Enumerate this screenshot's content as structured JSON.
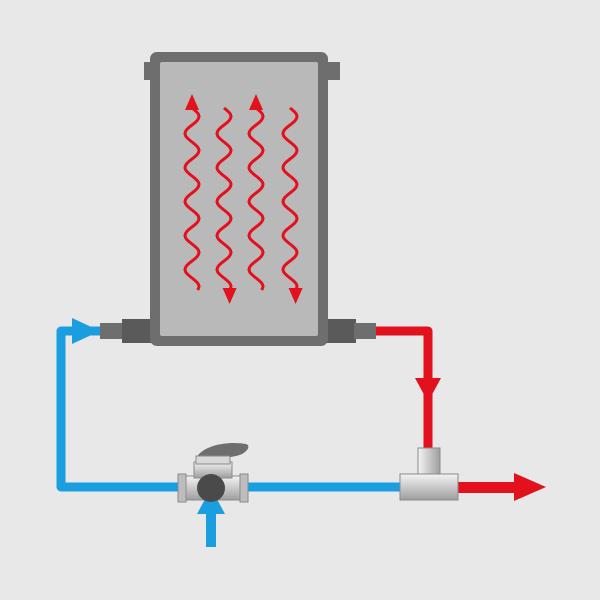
{
  "colors": {
    "background": "#e8e8e8",
    "radiator_frame": "#6e6e6e",
    "radiator_panel": "#b9b9b9",
    "cold_water": "#1a9ee0",
    "hot_water": "#e3101e",
    "fitting": "#cfcfcf",
    "valve_body": "#555555"
  },
  "icons": {
    "radiator": "radiator-icon",
    "valve": "three-way-valve-icon",
    "tee": "tee-fitting-icon"
  },
  "heat_waves": {
    "count": 4,
    "directions": [
      "up",
      "down",
      "up",
      "down"
    ]
  }
}
